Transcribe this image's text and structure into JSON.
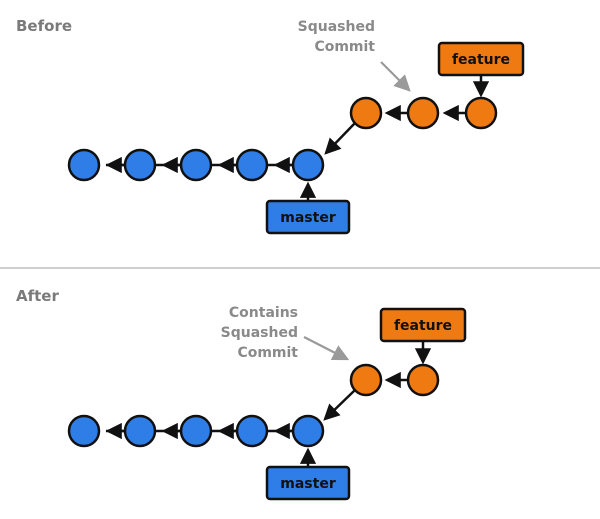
{
  "colors": {
    "master_fill": "#2f7de6",
    "master_label_fill": "#2f7de6",
    "feature_fill": "#f07a12",
    "feature_label_fill": "#f07a12",
    "stroke": "#111111",
    "annotation_text": "#8a8a8a",
    "annotation_arrow": "#9a9a9a",
    "section_text": "#7a7a7a",
    "divider": "#bdbdbd"
  },
  "diagram": {
    "before": {
      "title": "Before",
      "annotation_lines": [
        "Squashed",
        "Commit"
      ],
      "master_label": "master",
      "feature_label": "feature",
      "master_commit_count": 5,
      "feature_commit_count": 3
    },
    "after": {
      "title": "After",
      "annotation_lines": [
        "Contains",
        "Squashed",
        "Commit"
      ],
      "master_label": "master",
      "feature_label": "feature",
      "master_commit_count": 5,
      "feature_commit_count": 2
    }
  }
}
